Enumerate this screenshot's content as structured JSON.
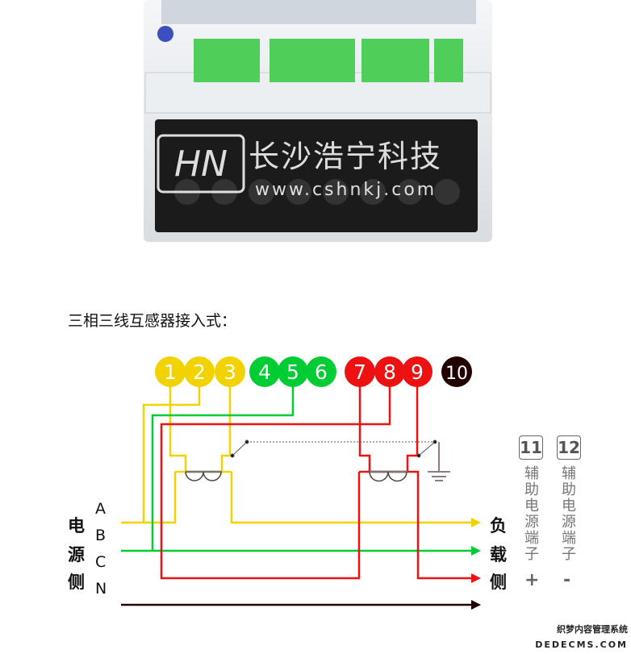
{
  "photo": {
    "watermark_company": "长沙浩宁科技",
    "watermark_url": "www.cshnkj.com",
    "logo": "HN"
  },
  "diagram": {
    "title": "三相三线互感器接入式：",
    "terminals": [
      {
        "label": "1",
        "color": "#f2d200"
      },
      {
        "label": "2",
        "color": "#f2d200"
      },
      {
        "label": "3",
        "color": "#f2d200"
      },
      {
        "label": "4",
        "color": "#00cc33"
      },
      {
        "label": "5",
        "color": "#00cc33"
      },
      {
        "label": "6",
        "color": "#00cc33"
      },
      {
        "label": "7",
        "color": "#ee1111"
      },
      {
        "label": "8",
        "color": "#ee1111"
      },
      {
        "label": "9",
        "color": "#ee1111"
      },
      {
        "label": "10",
        "color": "#220000"
      }
    ],
    "source_side": [
      "电",
      "源",
      "侧"
    ],
    "load_side": [
      "负",
      "载",
      "侧"
    ],
    "phases": [
      "A",
      "B",
      "C",
      "N"
    ],
    "aux": [
      {
        "number": "11",
        "text": "辅助电源端子",
        "sign": "+"
      },
      {
        "number": "12",
        "text": "辅助电源端子",
        "sign": "-"
      }
    ]
  },
  "footer_watermark": {
    "line1": "织梦内容管理系统",
    "line2": "DEDECMS.COM"
  }
}
